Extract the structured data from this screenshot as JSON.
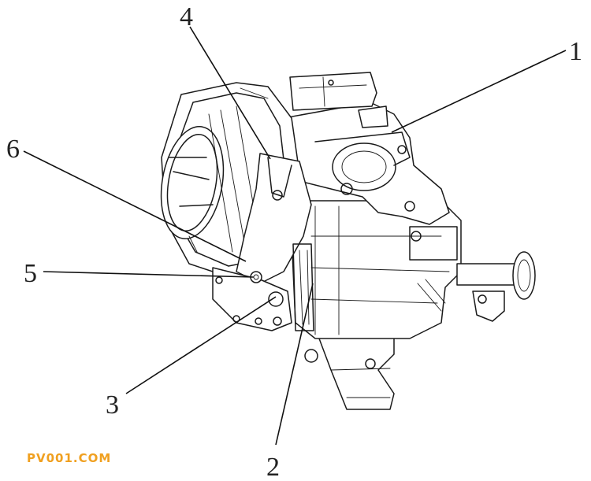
{
  "callouts": [
    {
      "id": "1",
      "label": "1"
    },
    {
      "id": "2",
      "label": "2"
    },
    {
      "id": "3",
      "label": "3"
    },
    {
      "id": "4",
      "label": "4"
    },
    {
      "id": "5",
      "label": "5"
    },
    {
      "id": "6",
      "label": "6"
    }
  ],
  "watermark": "PV001.COM",
  "colors": {
    "line": "#1a1a1a",
    "watermark": "#f0a020",
    "background": "#ffffff"
  }
}
